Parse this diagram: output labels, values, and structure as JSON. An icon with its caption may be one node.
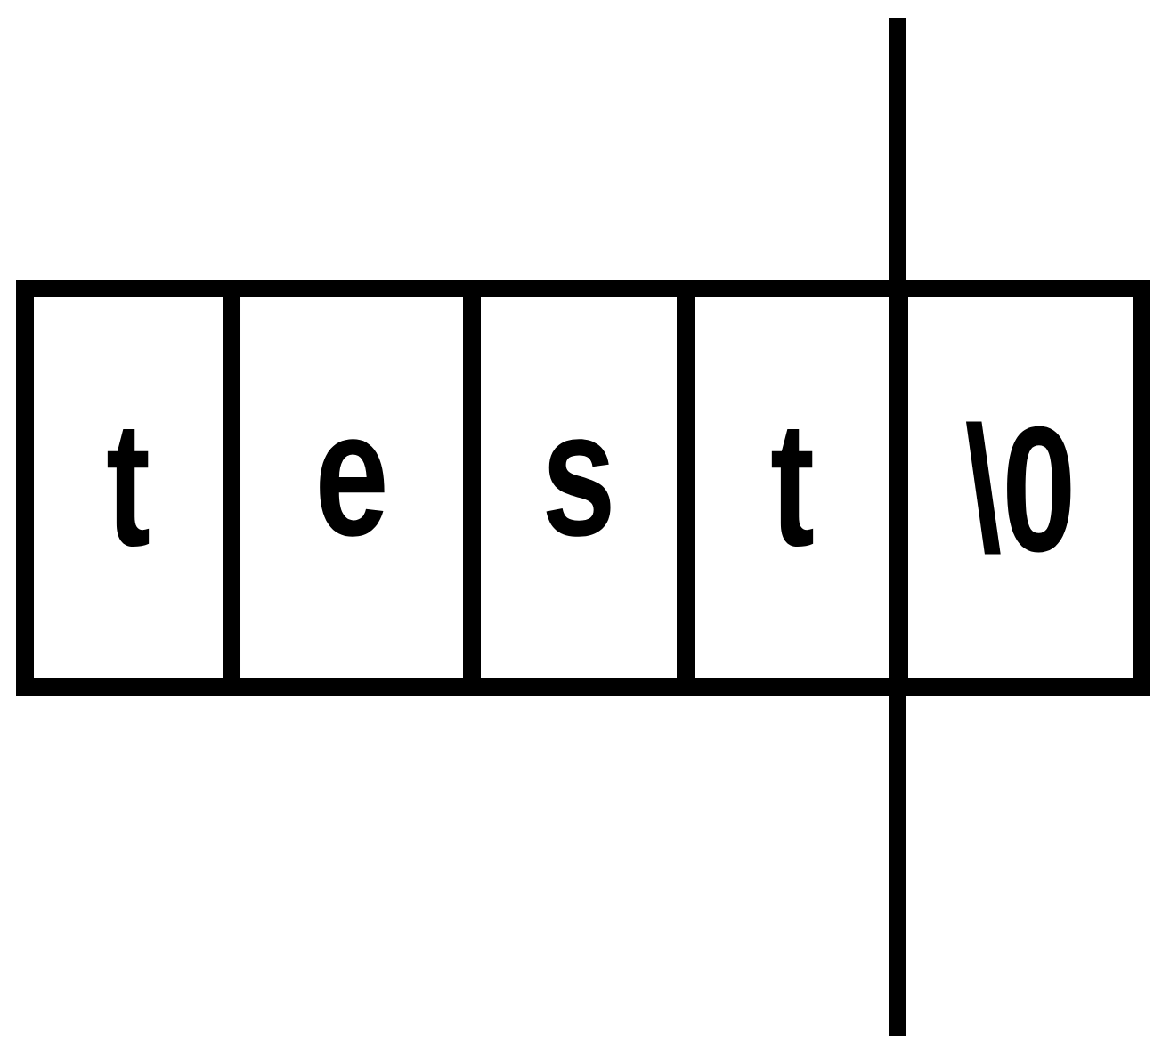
{
  "diagram": {
    "nodes": [
      {
        "text": [
          "t"
        ]
      },
      {
        "text": [
          "e"
        ]
      },
      {
        "text": [
          "s"
        ]
      },
      {
        "text": [
          "t"
        ]
      },
      {
        "text": [
          "\\0"
        ]
      }
    ]
  }
}
